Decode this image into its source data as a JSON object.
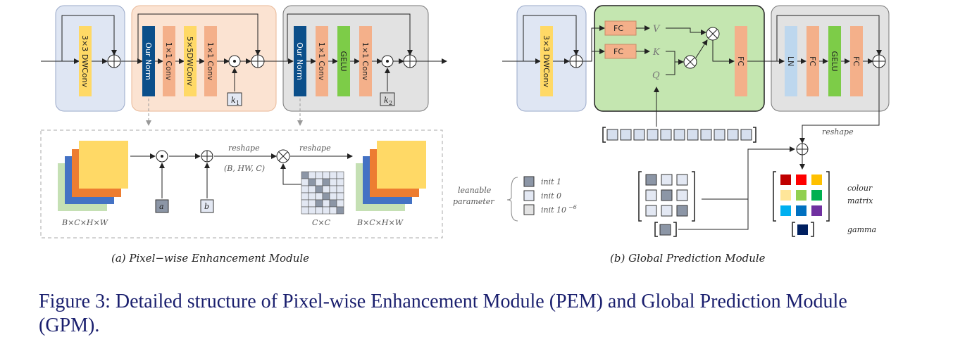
{
  "pem": {
    "block1_label": "3×3 DWConv",
    "norm_label": "Our Norm",
    "conv1_label": "1×1 Conv",
    "conv5_label": "5×5DWConv",
    "conv3_label": "1×1 Conv",
    "k1": "k",
    "k1_sub": "1",
    "norm2_label": "Our Norm",
    "conv4_label": "1×1 Conv",
    "gelu_label": "GELU",
    "conv6_label": "1×1 Conv",
    "k2": "k",
    "k2_sub": "2",
    "detail": {
      "input_dim": "B×C×H×W",
      "param_a": "a",
      "param_b": "b",
      "reshape1": "reshape",
      "reshape_dim": "(B, HW, C)",
      "reshape2": "reshape",
      "matrix_dim": "C×C",
      "output_dim": "B×C×H×W"
    },
    "subcaption": "(a) Pixel−wise Enhancement Module"
  },
  "legend": {
    "title_line1": "leanable",
    "title_line2": "parameter",
    "init1": "init 1",
    "init0": "init 0",
    "init_small": "init 10",
    "init_small_exp": "−6"
  },
  "gpm": {
    "block1_label": "3×3 DWConv",
    "fc_v": "FC",
    "fc_k": "FC",
    "v": "V",
    "k": "K",
    "q": "Q",
    "fc_out": "FC",
    "ln": "LN",
    "fc2": "FC",
    "gelu": "GELU",
    "fc3": "FC",
    "reshape": "reshape",
    "colour_line1": "colour",
    "colour_line2": "matrix",
    "gamma": "gamma",
    "subcaption": "(b) Global Prediction Module"
  },
  "colors": {
    "lightblue_bg": "#dfe6f3",
    "peach_bg": "#fbe3d2",
    "gray_bg": "#e2e2e2",
    "green_bg": "#c4e6b0",
    "yellow": "#ffd966",
    "navy": "#0b4f8a",
    "salmon": "#f4b08a",
    "green": "#7dcc48",
    "ln_blue": "#bdd7ee",
    "colour_matrix": [
      "#c00000",
      "#ff0000",
      "#ffc000",
      "#ffe699",
      "#92d050",
      "#00b050",
      "#00b0f0",
      "#0070c0",
      "#7030a0"
    ],
    "gamma": "#002060"
  },
  "caption": "Figure 3: Detailed structure of Pixel-wise Enhancement Module (PEM) and Global Prediction Module (GPM)."
}
